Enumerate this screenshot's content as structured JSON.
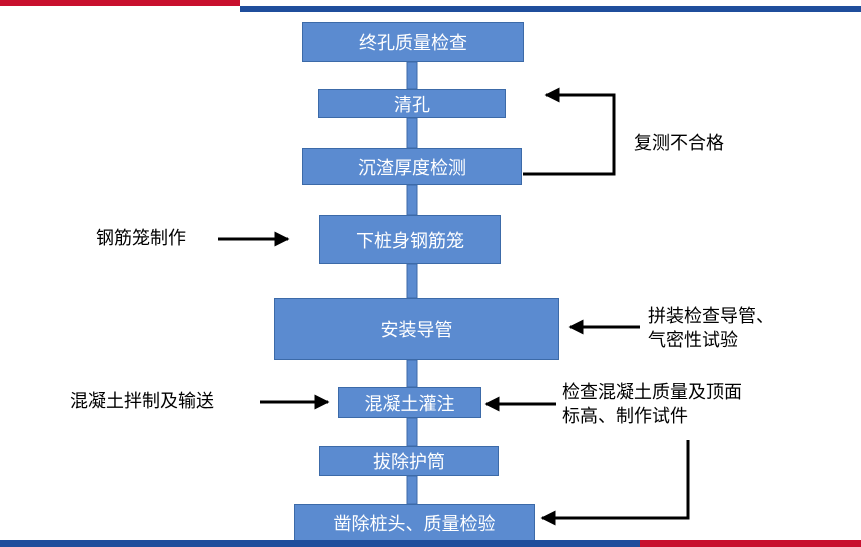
{
  "header": {
    "caption": ""
  },
  "steps": {
    "s1": "终孔质量检查",
    "s2": "清孔",
    "s3": "沉渣厚度检测",
    "s4": "下桩身钢筋笼",
    "s5": "安装导管",
    "s6": "混凝土灌注",
    "s7": "拔除护筒",
    "s8": "凿除桩头、质量检验"
  },
  "notes": {
    "retest": "复测不合格",
    "cage": "钢筋笼制作",
    "pipe_l1": "拼装检查导管、",
    "pipe_l2": "气密性试验",
    "mix": "混凝土拌制及输送",
    "check_l1": "检查混凝土质量及顶面",
    "check_l2": "标高、制作试件"
  },
  "colors": {
    "box_fill": "#5b8bd0",
    "box_border": "#3c6aa8",
    "connector": "#3c6aa8",
    "arrow": "#000000"
  }
}
